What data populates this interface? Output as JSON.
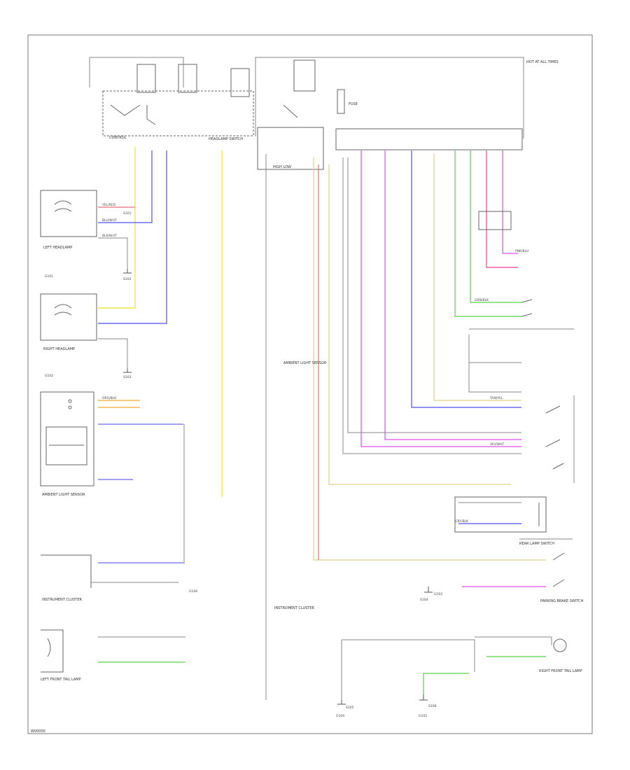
{
  "colors": {
    "yellow": "#f2e21a",
    "blue": "#4f4ff0",
    "pink": "#f0409a",
    "magenta": "#e24ee6",
    "green": "#57d24a",
    "orange": "#f0a63a",
    "salmon": "#e8707a",
    "tan": "#e0d38a",
    "gray": "#8a8a8a",
    "black": "#333333"
  },
  "labels": {
    "corner": "W00000",
    "left_headlamp": "LEFT HEADLAMP",
    "right_headlamp": "RIGHT HEADLAMP",
    "control": "CONTROL",
    "headlamp_switch": "HEADLAMP SWITCH",
    "high_low": "HIGH LOW",
    "left_front_lamp": "LEFT FRONT TAIL LAMP",
    "right_front_lamp": "RIGHT FRONT TAIL LAMP",
    "ambient_sensor": "AMBIENT LIGHT SENSOR",
    "fuse": "FUSE",
    "hot_at_all_times": "HOT AT ALL TIMES",
    "instrument_cluster": "INSTRUMENT CLUSTER",
    "rear_lamp_switch": "REAR LAMP SWITCH",
    "parking_brake": "PARKING BRAKE SWITCH"
  },
  "wire_labels": {
    "yel": "YEL/RED",
    "blu": "BLU/WHT",
    "blk": "BLK/WHT",
    "grn": "GRN/BLK",
    "pnk": "PNK/BLU",
    "vio": "VIO/WHT",
    "tan": "TAN/YEL",
    "org": "ORG/BLK",
    "gry": "GRY/BLK"
  },
  "splices": [
    "S101",
    "S102",
    "S103",
    "S104",
    "S105",
    "S106"
  ],
  "grounds": [
    "G101",
    "G102",
    "G103",
    "G104",
    "G105",
    "G106"
  ]
}
